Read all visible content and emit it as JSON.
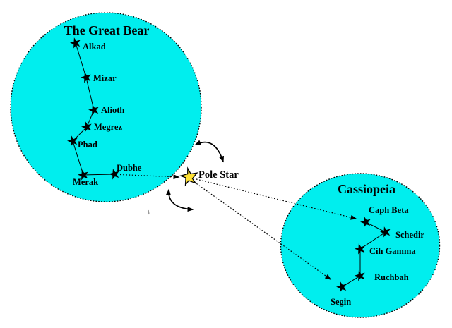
{
  "colors": {
    "background": "#FFFFFF",
    "circle_fill": "#00EEEE",
    "pole_star_fill": "#FFE135",
    "ink": "#000000"
  },
  "great_bear": {
    "title": "The Great Bear",
    "stars": [
      "Alkad",
      "Mizar",
      "Alioth",
      "Megrez",
      "Phad",
      "Merak",
      "Dubhe"
    ]
  },
  "pole_star": {
    "label": "Pole Star"
  },
  "cassiopeia": {
    "title": "Cassiopeia",
    "stars": [
      "Caph Beta",
      "Schedir",
      "Cih Gamma",
      "Ruchbah",
      "Segin"
    ]
  }
}
